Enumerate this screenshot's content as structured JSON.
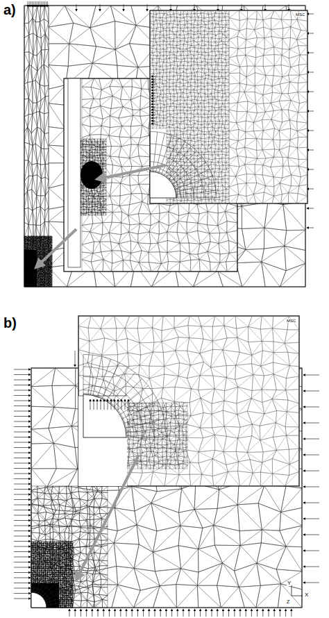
{
  "diagram": {
    "labels": [
      "a)",
      "b)",
      "MSC",
      "MSC",
      "Y",
      "X",
      "Z"
    ]
  }
}
